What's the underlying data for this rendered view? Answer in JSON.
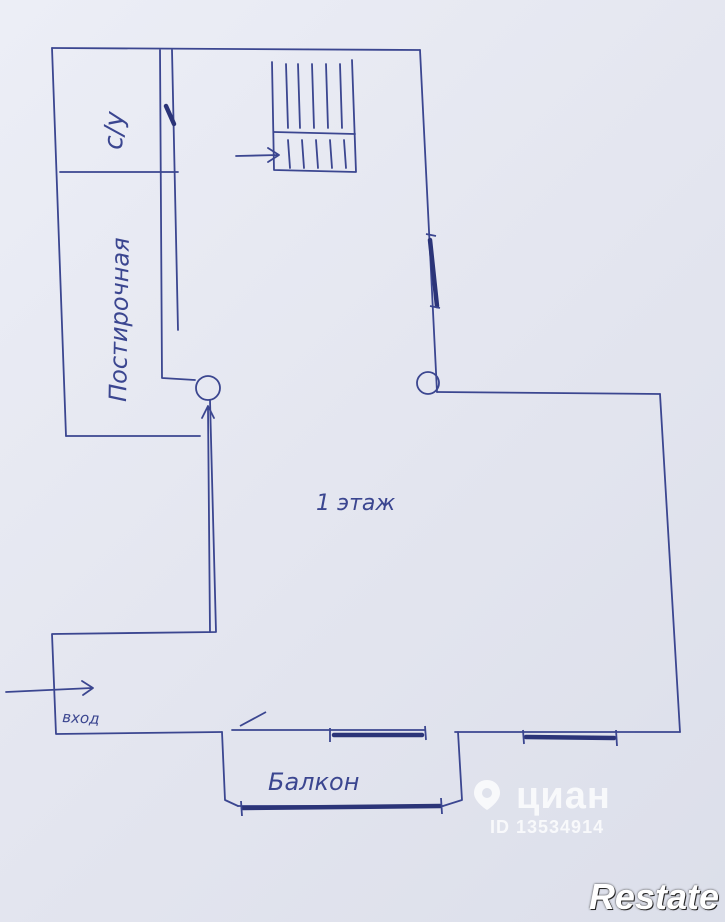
{
  "labels": {
    "bathroom": "с/у",
    "laundry": "Постирочная",
    "floor": "1 этаж",
    "entrance": "вход",
    "balcony": "Балкон"
  },
  "watermark": {
    "brand": "циан",
    "id": "ID 13534914"
  },
  "logo": "Restate",
  "colors": {
    "ink": "#3b4690",
    "paper": "#e6e7f1"
  }
}
